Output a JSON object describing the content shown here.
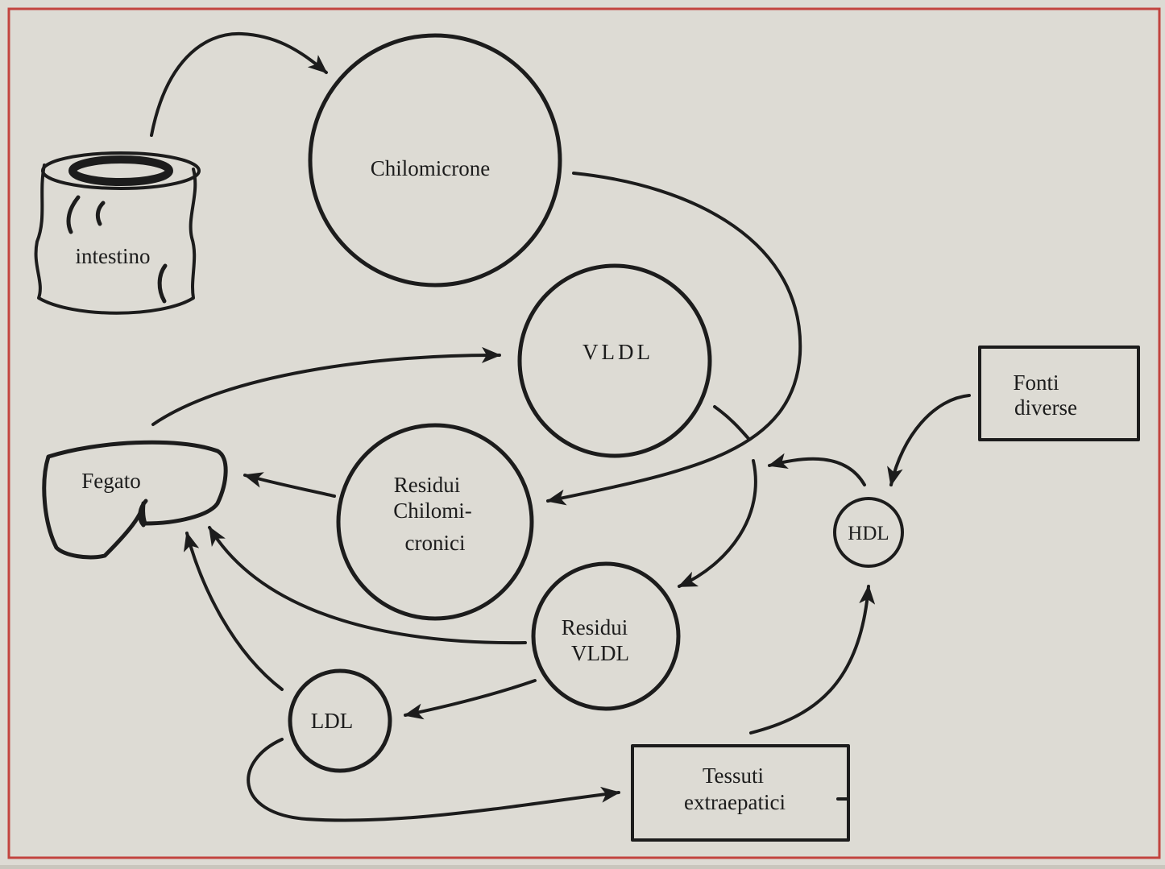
{
  "colors": {
    "background": "#dddbd4",
    "ink": "#1c1c1c",
    "border": "#c2443f"
  },
  "nodes": {
    "intestino": "intestino",
    "chilomicrone": "Chilomicrone",
    "vldl": "VLDL",
    "fegato": "Fegato",
    "residui_chilomicronici": [
      "Residui",
      "Chilomi-",
      "cronici"
    ],
    "residui_vldl": [
      "Residui",
      "VLDL"
    ],
    "ldl": "LDL",
    "hdl": "HDL",
    "fonti_diverse": [
      "Fonti",
      "diverse"
    ],
    "tessuti_extraepatici": [
      "Tessuti",
      "extraepatici"
    ]
  }
}
